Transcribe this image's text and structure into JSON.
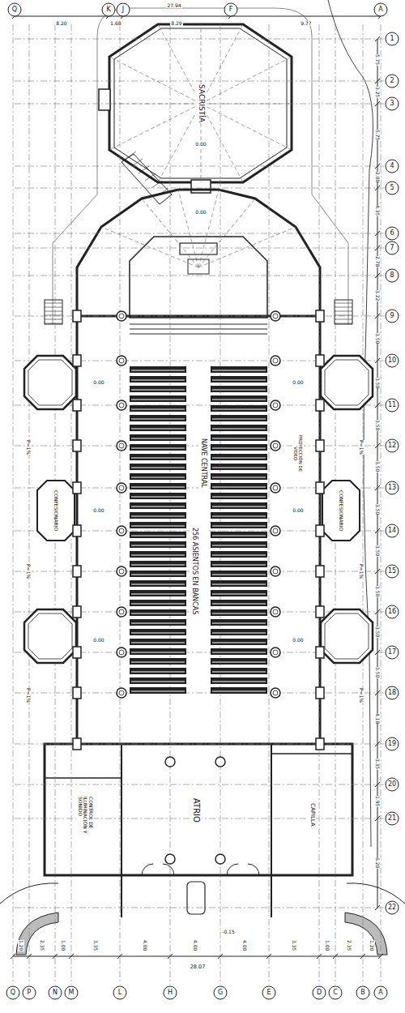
{
  "diagram": {
    "nodes": [
      {
        "text": [
          "SACRISTÍA"
        ]
      },
      {
        "text": [
          "NAVE CENTRAL",
          "256 ASIENTOS EN BANCAS"
        ]
      },
      {
        "text": [
          "CONFESIONARIO"
        ]
      },
      {
        "text": [
          "CONFESIONARIO"
        ]
      },
      {
        "text": [
          "ATRIO"
        ]
      },
      {
        "text": [
          "CONTROL DE ILUMINACIÓN Y SONIDO"
        ]
      },
      {
        "text": [
          "CAPILLA"
        ]
      }
    ],
    "labels": [
      "Q",
      "K",
      "J",
      "F",
      "A",
      "27.94",
      "8.20",
      "1.68",
      "8.29",
      "9.77",
      "1",
      "2",
      "3",
      "4",
      "5",
      "6",
      "7",
      "8",
      "9",
      "10",
      "11",
      "12",
      "13",
      "14",
      "15",
      "16",
      "17",
      "18",
      "19",
      "20",
      "21",
      "22",
      "5.75",
      "3.25",
      "5.75",
      "2.00",
      "4.35",
      "2.78",
      "3.22",
      "3.50",
      "3.50",
      "3.50",
      "3.50",
      "3.50",
      "3.50",
      "3.50",
      "3.50",
      "3.50",
      "4.18",
      "3.35",
      "1.95",
      "6.20",
      "1.20",
      "2.35",
      "1.00",
      "3.35",
      "4.00",
      "4.00",
      "4.00",
      "3.35",
      "1.00",
      "2.35",
      "1.20",
      "28.07",
      "Q",
      "P",
      "N",
      "M",
      "L",
      "H",
      "G",
      "E",
      "D",
      "C",
      "B",
      "A",
      "P=1%",
      "P=1%",
      "P=1%",
      "P=1%",
      "P=1%",
      "P=1%",
      "0.00",
      "0.00",
      "0.00",
      "0.00",
      "0.00",
      "0.00",
      "0.00",
      "0.00",
      "PROYECCIÓN DE VIDEO",
      "-0.15"
    ]
  }
}
